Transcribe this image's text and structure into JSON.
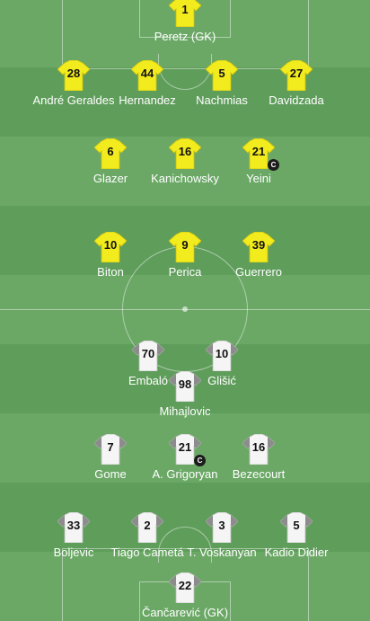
{
  "home_team": {
    "shirt_color": "#f2eb1d",
    "players": [
      {
        "number": "1",
        "name": "Peretz (GK)",
        "captain": false
      },
      {
        "number": "28",
        "name": "André Geraldes",
        "captain": false
      },
      {
        "number": "44",
        "name": "Hernandez",
        "captain": false
      },
      {
        "number": "5",
        "name": "Nachmias",
        "captain": false
      },
      {
        "number": "27",
        "name": "Davidzada",
        "captain": false
      },
      {
        "number": "6",
        "name": "Glazer",
        "captain": false
      },
      {
        "number": "16",
        "name": "Kanichowsky",
        "captain": false
      },
      {
        "number": "21",
        "name": "Yeini",
        "captain": true
      },
      {
        "number": "10",
        "name": "Biton",
        "captain": false
      },
      {
        "number": "9",
        "name": "Perica",
        "captain": false
      },
      {
        "number": "39",
        "name": "Guerrero",
        "captain": false
      }
    ]
  },
  "away_team": {
    "shirt_color": "#f5f5f5",
    "sleeve_color": "#8c8c8c",
    "players": [
      {
        "number": "70",
        "name": "Embaló",
        "captain": false
      },
      {
        "number": "10",
        "name": "Glišić",
        "captain": false
      },
      {
        "number": "98",
        "name": "Mihajlovic",
        "captain": false
      },
      {
        "number": "7",
        "name": "Gome",
        "captain": false
      },
      {
        "number": "21",
        "name": "A. Grigoryan",
        "captain": true
      },
      {
        "number": "16",
        "name": "Bezecourt",
        "captain": false
      },
      {
        "number": "33",
        "name": "Boljevic",
        "captain": false
      },
      {
        "number": "2",
        "name": "Tiago Cametá",
        "captain": false
      },
      {
        "number": "3",
        "name": "T. Voskanyan",
        "captain": false
      },
      {
        "number": "5",
        "name": "Kadio Didier",
        "captain": false
      },
      {
        "number": "22",
        "name": "Čančarević (GK)",
        "captain": false
      }
    ]
  },
  "captain_badge": "C",
  "pitch_colors": {
    "light": "#6ba866",
    "dark": "#5f9d5b",
    "lines": "#ffffff"
  }
}
